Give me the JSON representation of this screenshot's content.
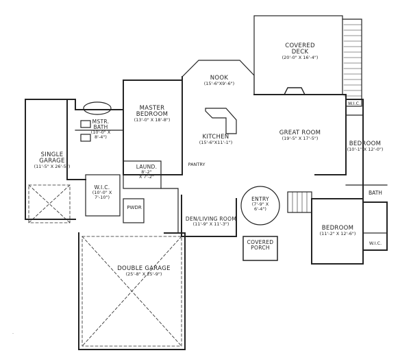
{
  "rooms": {
    "covered_deck": {
      "name": "COVERED\nDECK",
      "dims": "(20'-0\" X 16'-4\")"
    },
    "nook": {
      "name": "NOOK",
      "dims": "(15'-6\"X9'-6\")"
    },
    "master_bedroom": {
      "name": "MASTER\nBEDROOM",
      "dims": "(13'-0\" X 18'-8\")"
    },
    "mstr_bath": {
      "name": "MSTR.\nBATH",
      "dims": "(10'-0\" X\n8'-4\")"
    },
    "kitchen": {
      "name": "KITCHEN",
      "dims": "(15'-6\"X11'-1\")"
    },
    "great_room": {
      "name": "GREAT ROOM",
      "dims": "(19'-5\" X 17'-5\")"
    },
    "wic_right_top": {
      "name": "W.I.C."
    },
    "bedroom_right": {
      "name": "BEDROOM",
      "dims": "(10'-1\" X 12'-0\")"
    },
    "single_garage": {
      "name": "SINGLE\nGARAGE",
      "dims": "(11'-5\" X 26'-5\")"
    },
    "pantry": {
      "name": "PANTRY"
    },
    "laund": {
      "name": "LAUND.",
      "dims": "8'-2\"\nX 7'-2\""
    },
    "wic_master": {
      "name": "W.I.C.",
      "dims": "(10'-0\" X\n7'-10\")"
    },
    "pwdr": {
      "name": "PWDR"
    },
    "entry": {
      "name": "ENTRY",
      "dims": "(7'-9\" X\n6'-4\")"
    },
    "den_living_room": {
      "name": "DEN/LIVING ROOM",
      "dims": "(11'-9\" X 11'-3\")"
    },
    "bath_right": {
      "name": "BATH"
    },
    "bedroom_lower": {
      "name": "BEDROOM",
      "dims": "(11'-2\" X 12'-6\")"
    },
    "wic_lower": {
      "name": "W.I.C."
    },
    "covered_porch": {
      "name": "COVERED\nPORCH"
    },
    "double_garage": {
      "name": "DOUBLE GARAGE",
      "dims": "(25'-8\" X 25'-9\")"
    }
  }
}
